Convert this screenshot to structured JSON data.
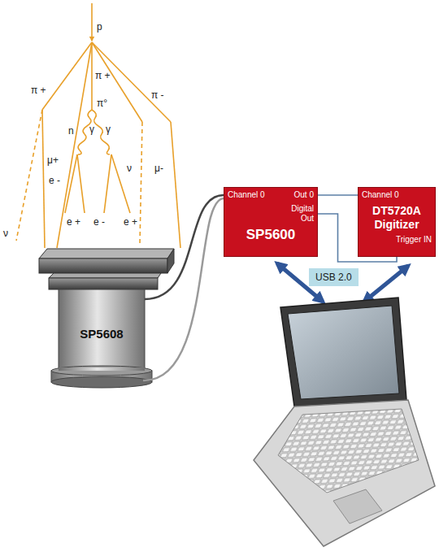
{
  "diagram": {
    "nodes": [
      {
        "text": [
          "SP5608"
        ]
      },
      {
        "text": [
          "Channel 0",
          "Out 0",
          "Digital Out",
          "SP5600"
        ]
      },
      {
        "text": [
          "Channel 0",
          "DT5720A Digitizer",
          "Trigger IN"
        ]
      },
      {
        "text": [
          "USB 2.0"
        ]
      }
    ],
    "edges": [
      {
        "from": 0,
        "to": 1,
        "arrow": "none"
      },
      {
        "from": 1,
        "to": 2,
        "arrow": "none"
      },
      {
        "from": 1,
        "to": 2,
        "arrow": "none"
      }
    ],
    "labels": [
      "p",
      "π +",
      "π +",
      "π -",
      "π°",
      "γ",
      "γ",
      "n",
      "μ+",
      "e -",
      "ν",
      "μ-",
      "e +",
      "e -",
      "e +",
      "ν"
    ]
  }
}
